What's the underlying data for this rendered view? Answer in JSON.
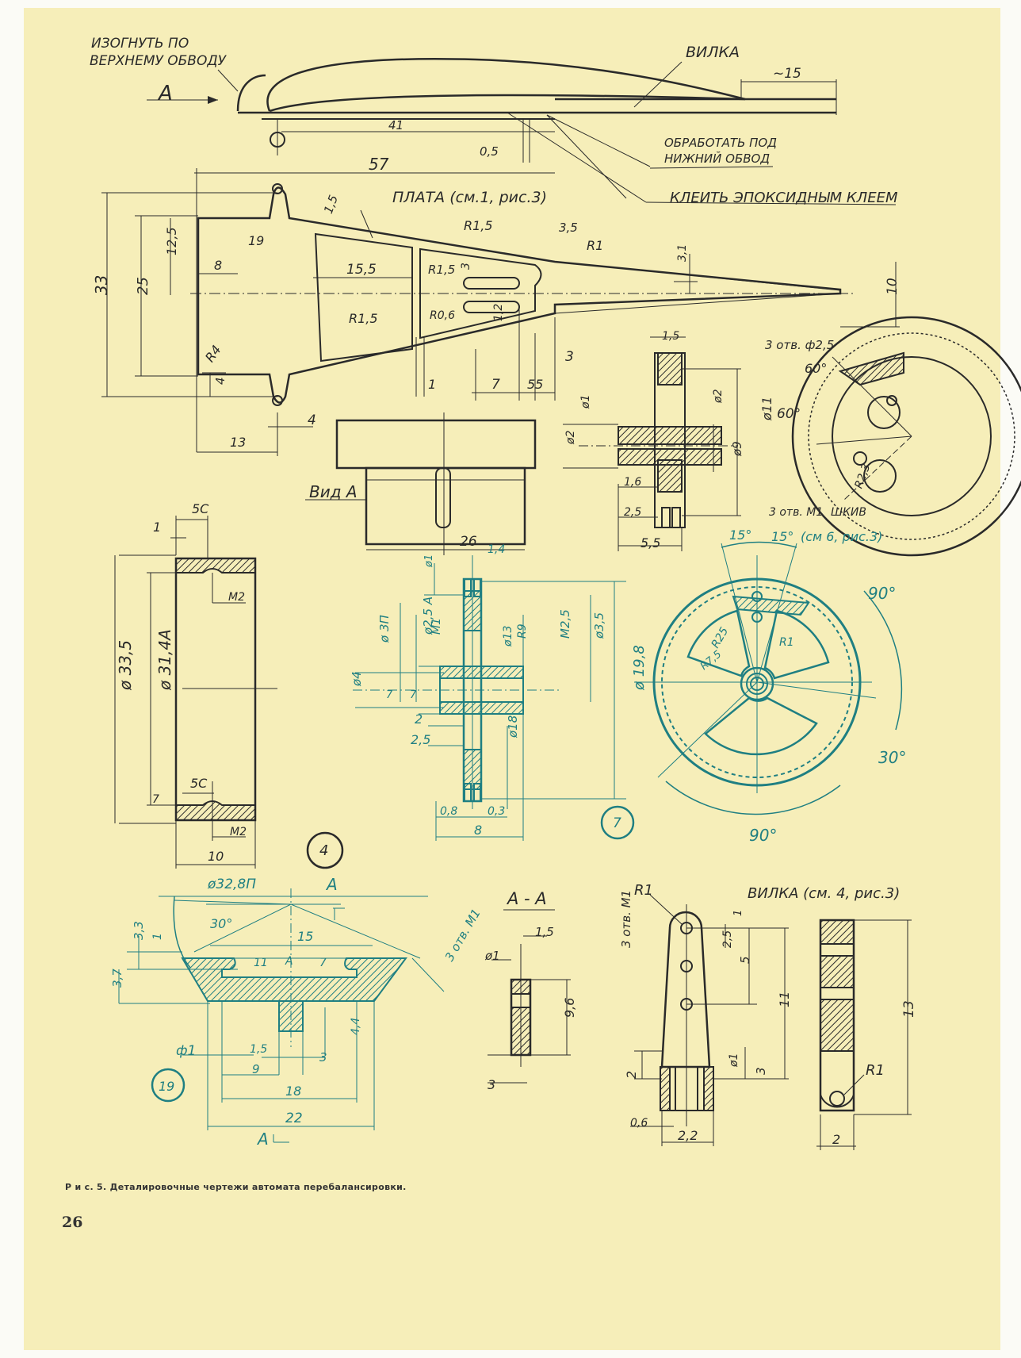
{
  "labels": {
    "bend_note": [
      "ИЗОГНУТЬ ПО",
      "ВЕРХНЕМУ ОБВОДУ"
    ],
    "view_arrow": "A",
    "vilka": "ВИЛКА",
    "dim_15_tilde": "~15",
    "dim_41": "41",
    "dim_05": "0,5",
    "process_note": [
      "ОБРАБОТАТЬ ПОД",
      "НИЖНИЙ ОБВОД"
    ],
    "dim_57": "57",
    "plata": "ПЛАТА (см.1, рис.3)",
    "glue_note": "КЛЕИТЬ ЭПОКСИДНЫМ КЛЕЕМ",
    "dim_15": "1,5",
    "r15a": "R1,5",
    "dim_35": "3,5",
    "r1a": "R1",
    "dim_31": "3,1",
    "dim_33": "33",
    "dim_125": "12,5",
    "dim_19": "19",
    "dim_8": "8",
    "dim_155": "15,5",
    "r15b": "R1,5",
    "dim_3a": "3",
    "r06": "R0,6",
    "dim_12": "1,2",
    "dim_10": "10",
    "dim_25": "25",
    "r15c": "R1,5",
    "r4": "R4",
    "dim_1": "1",
    "dim_7": "7",
    "dim_55": "55",
    "dim_3b": "3",
    "dim_4a": "4",
    "dim_4b": "4",
    "dim_13": "13",
    "vid_a": "Вид А",
    "dim_26": "26",
    "pul_15": "1,5",
    "pul_d1": "ø1",
    "pul_d2a": "ø2",
    "pul_d2b": "ø2",
    "pul_d9": "ø9",
    "pul_d11": "ø11",
    "pul_16": "1,6",
    "pul_25": "2,5",
    "pul_55": "5,5",
    "hole25": "3 отв. ф2,5",
    "ang60a": "60°",
    "ang60b": "60°",
    "r23": "R2,3",
    "holeM1": "3 отв. М1",
    "shkiv": "ШКИВ",
    "shkiv_ref": "(см 6, рис.3)",
    "ang15a": "15°",
    "ang15b": "15°",
    "ang90a": "90°",
    "ang30": "30°",
    "ang90b": "90°",
    "r25": "R25",
    "r75": "R7,5",
    "r1b": "R1",
    "ring_5c": "5С",
    "ring_1": "1",
    "ring_m2a": "М2",
    "ring_d335": "ø 33,5",
    "ring_d314": "ø 31,4А",
    "ring_5c2": "5С",
    "ring_7": "7",
    "ring_m2b": "М2",
    "ring_10": "10",
    "circle_4": "4",
    "hub_14": "1,4",
    "hub_d1": "ø1",
    "hub_d3": "ø 3П",
    "hub_d25": "ø2,5 А",
    "hub_m1": "М1",
    "hub_d13": "ø13",
    "hub_r9": "R9",
    "hub_m25": "М2,5",
    "hub_d35": "ø3,5",
    "hub_d4": "ø4",
    "hub_7a": "7",
    "hub_7b": "7",
    "hub_d198": "ø 19,8",
    "hub_2": "2",
    "hub_25": "2,5",
    "hub_d18": "ø18",
    "hub_08": "0,8",
    "hub_03": "0,3",
    "hub_8": "8",
    "circle_7": "7",
    "cup_d328": "ø32,8П",
    "cup_A1": "А",
    "cup_30": "30°",
    "cup_15": "15",
    "cup_33": "3,3",
    "cup_1": "1",
    "cup_11": "11",
    "cup_A": "А",
    "cup_7": "7",
    "cup_holes": "3 отв. М1",
    "cup_37": "3,7",
    "cup_d1": "ф1",
    "cup_15b": "1,5",
    "cup_9": "9",
    "cup_3": "3",
    "cup_44": "4,4",
    "cup_18": "18",
    "cup_22": "22",
    "cup_A2": "А",
    "circle_19": "19",
    "sec_aa": "А - А",
    "sec_15": "1,5",
    "sec_d1": "ø1",
    "sec_96": "9,6",
    "sec_3": "3",
    "fork_r1": "R1",
    "fork_title": "ВИЛКА (см. 4, рис.3)",
    "fork_holes": "3 отв. М1",
    "fork_1": "1",
    "fork_25": "2,5",
    "fork_5": "5",
    "fork_11": "11",
    "fork_d1": "ø1",
    "fork_3": "3",
    "fork_2": "2",
    "fork_06": "0,6",
    "fork_22": "2,2",
    "fork_13": "13",
    "fork_r1b": "R1",
    "fork_2b": "2"
  },
  "caption": "Р и с.  5. Деталировочные чертежи автомата перебалансировки.",
  "page_number": "26"
}
